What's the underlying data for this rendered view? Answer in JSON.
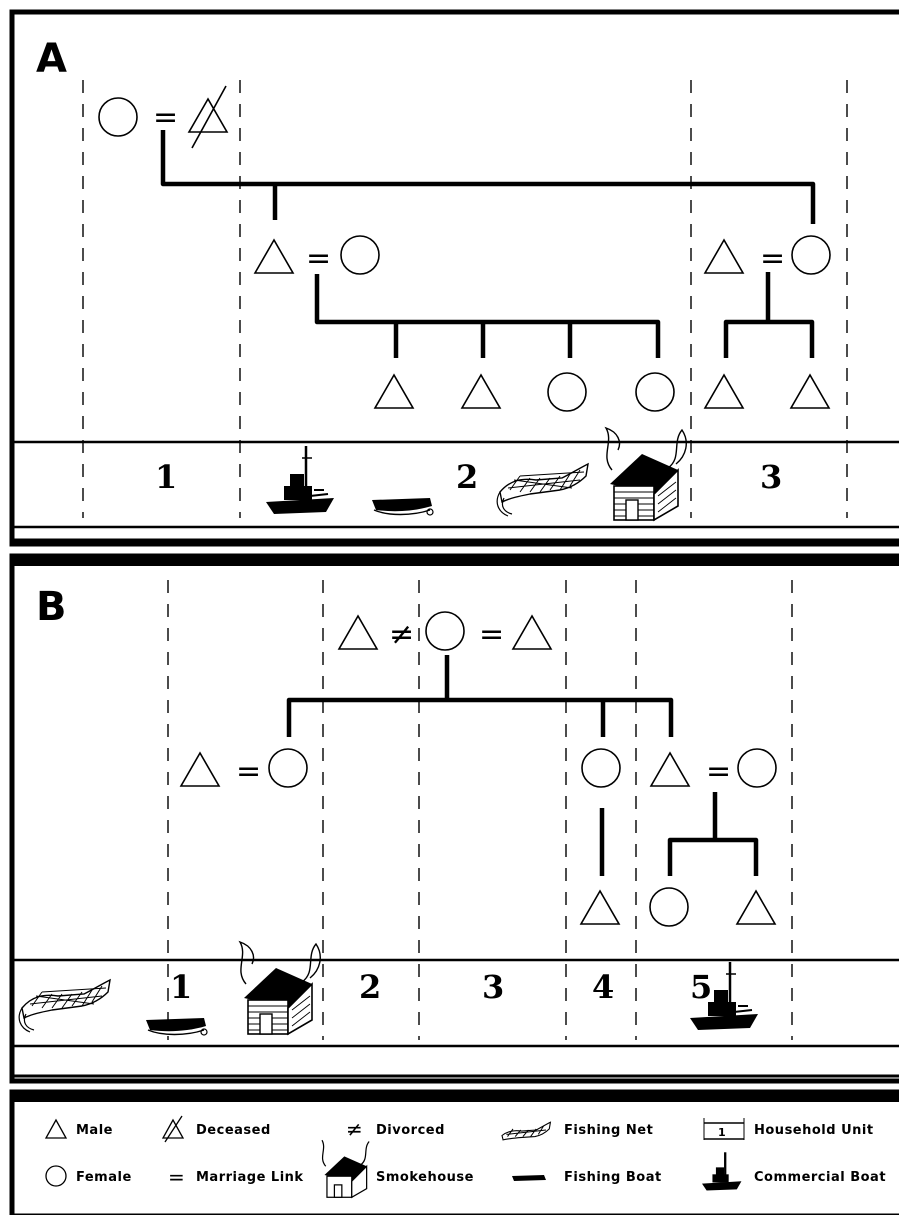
{
  "panels": [
    {
      "label": "A",
      "units": [
        "1",
        "2",
        "3"
      ]
    },
    {
      "label": "B",
      "units": [
        "1",
        "2",
        "3",
        "4",
        "5"
      ]
    }
  ],
  "symbols": {
    "marriage": "=",
    "divorce": "≠"
  },
  "legend": {
    "male": "Male",
    "deceased": "Deceased",
    "divorced": "Divorced",
    "fishing_net": "Fishing Net",
    "household_unit": "Household Unit",
    "household_unit_sample": "1",
    "female": "Female",
    "marriage_link": "Marriage Link",
    "smokehouse": "Smokehouse",
    "fishing_boat": "Fishing Boat",
    "commercial_boat": "Commercial Boat"
  },
  "icons": [
    "male-icon",
    "female-icon",
    "deceased-icon",
    "divorced-icon",
    "marriage-link-icon",
    "fishing-net-icon",
    "smokehouse-icon",
    "fishing-boat-icon",
    "commercial-boat-icon",
    "household-unit-icon"
  ]
}
